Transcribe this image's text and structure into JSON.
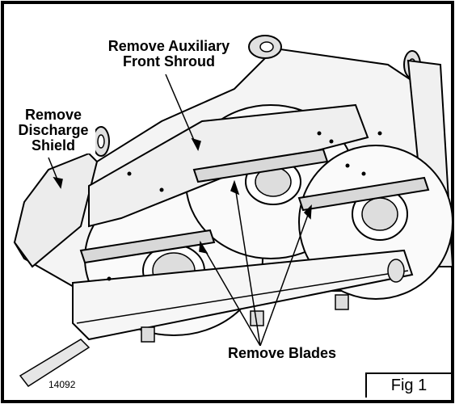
{
  "figure": {
    "label_aux_shroud_line1": "Remove Auxiliary",
    "label_aux_shroud_line2": "Front Shroud",
    "label_discharge_line1": "Remove",
    "label_discharge_line2": "Discharge",
    "label_discharge_line3": "Shield",
    "label_blades": "Remove Blades",
    "part_code": "14092",
    "fig_label": "Fig 1"
  }
}
